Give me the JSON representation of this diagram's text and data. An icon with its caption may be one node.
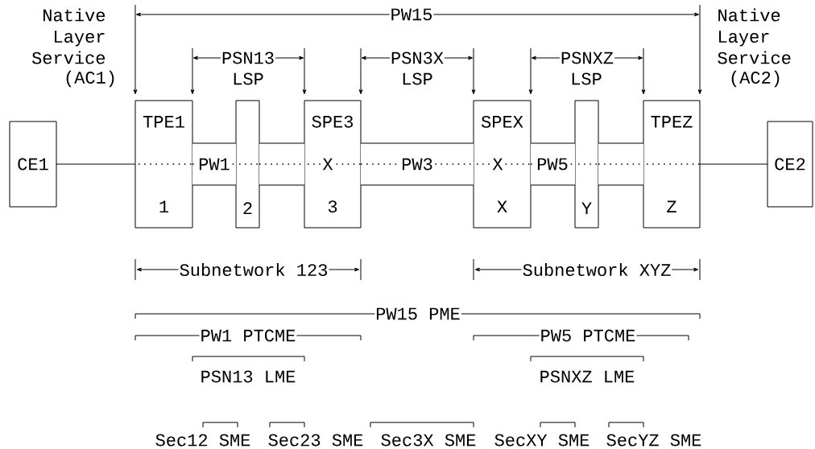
{
  "diagram": {
    "nodes": [
      {
        "text": [
          "CE1"
        ]
      },
      {
        "text": [
          "TPE1",
          "1"
        ]
      },
      {
        "text": [
          "2"
        ]
      },
      {
        "text": [
          "SPE3",
          "3"
        ]
      },
      {
        "text": [
          "SPEX",
          "X"
        ]
      },
      {
        "text": [
          "Y"
        ]
      },
      {
        "text": [
          "TPEZ",
          "Z"
        ]
      },
      {
        "text": [
          "CE2"
        ]
      }
    ],
    "edges": [
      {
        "from": 0,
        "to": 1,
        "arrow": "none"
      },
      {
        "from": 1,
        "to": 2,
        "arrow": "none",
        "style": "thick"
      },
      {
        "from": 2,
        "to": 3,
        "arrow": "none",
        "style": "thick"
      },
      {
        "from": 3,
        "to": 4,
        "arrow": "none",
        "style": "thick"
      },
      {
        "from": 4,
        "to": 5,
        "arrow": "none",
        "style": "thick"
      },
      {
        "from": 5,
        "to": 6,
        "arrow": "none",
        "style": "thick"
      },
      {
        "from": 1,
        "to": 2,
        "arrow": "none",
        "style": "dashed",
        "label": "PW1"
      },
      {
        "from": 2,
        "to": 3,
        "arrow": "none",
        "style": "dashed"
      },
      {
        "from": 3,
        "to": 4,
        "arrow": "none",
        "style": "dashed",
        "label": "PW3"
      },
      {
        "from": 4,
        "to": 5,
        "arrow": "none",
        "style": "dashed",
        "label": "PW5"
      },
      {
        "from": 5,
        "to": 6,
        "arrow": "none",
        "style": "dashed"
      },
      {
        "from": 6,
        "to": 7,
        "arrow": "none"
      }
    ],
    "labels": [
      "Native Layer Service",
      "PW15",
      "Native Layer Service",
      "PSN13",
      "PSN3X",
      "PSNXZ",
      "(AC1)",
      "LSP",
      "LSP",
      "LSP",
      "(AC2)",
      "X",
      "X",
      "Subnetwork 123",
      "Subnetwork XYZ",
      "PW15 PME",
      "PW1 PTCME",
      "PW5 PTCME",
      "PSN13 LME",
      "PSNXZ LME",
      "Sec12 SME",
      "Sec23 SME",
      "Sec3X SME",
      "SecXY SME",
      "SecYZ SME"
    ]
  }
}
